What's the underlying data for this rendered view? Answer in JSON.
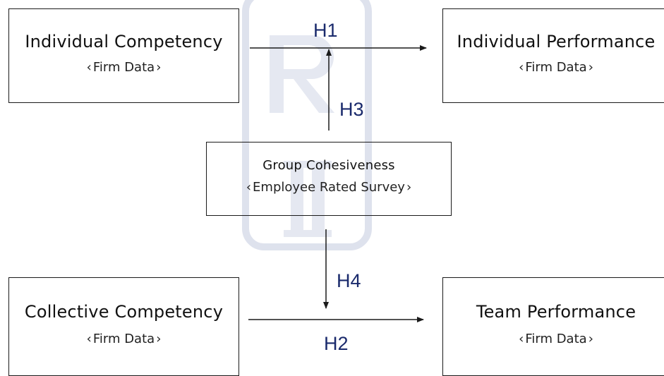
{
  "nodes": {
    "individual_competency": {
      "title": "Individual Competency",
      "sub": "Firm Data"
    },
    "individual_performance": {
      "title": "Individual Performance",
      "sub": "Firm Data"
    },
    "group_cohesiveness": {
      "title": "Group Cohesiveness",
      "sub": "Employee Rated Survey"
    },
    "collective_competency": {
      "title": "Collective Competency",
      "sub": "Firm Data"
    },
    "team_performance": {
      "title": "Team Performance",
      "sub": "Firm Data"
    }
  },
  "hypotheses": {
    "h1": "H1",
    "h2": "H2",
    "h3": "H3",
    "h4": "H4"
  },
  "colors": {
    "hypothesis_label": "#1a2a6c",
    "line": "#1a1a1a",
    "watermark": "#c7cde0"
  }
}
